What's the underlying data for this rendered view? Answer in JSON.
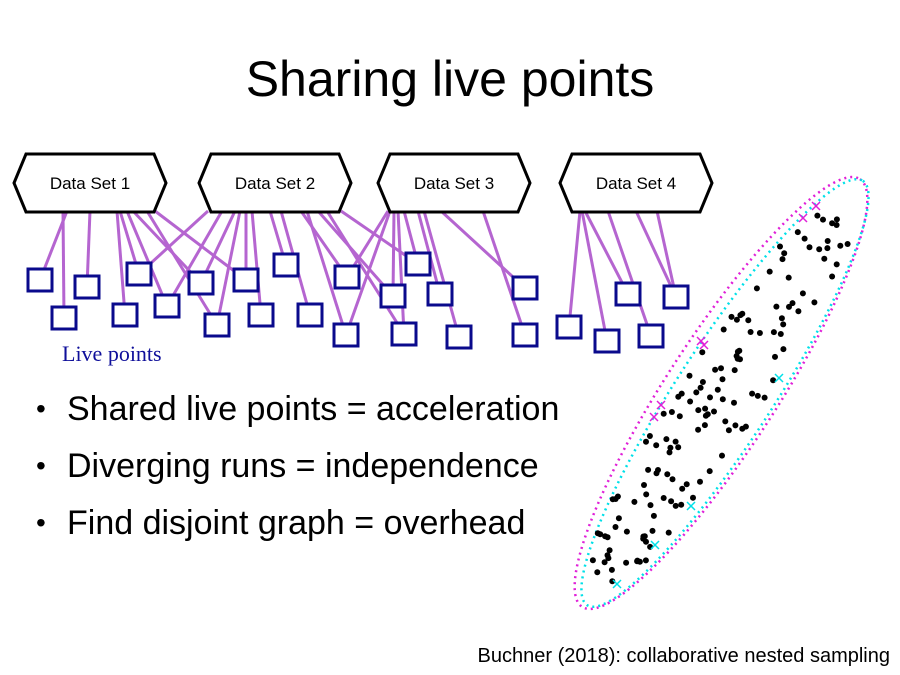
{
  "title": "Sharing live points",
  "datasets": [
    "Data Set 1",
    "Data Set 2",
    "Data Set 3",
    "Data Set 4"
  ],
  "live_points_label": "Live points",
  "bullets": [
    "Shared live points = acceleration",
    "Diverging runs = independence",
    "Find disjoint graph = overhead"
  ],
  "citation": "Buchner (2018): collaborative nested sampling",
  "colors": {
    "edge": "#b565d0",
    "point_box": "#0a0a8c",
    "dataset_border": "#000000",
    "magenta_contour": "#e020d8",
    "cyan_contour": "#00e0e8",
    "scatter": "#000000"
  }
}
